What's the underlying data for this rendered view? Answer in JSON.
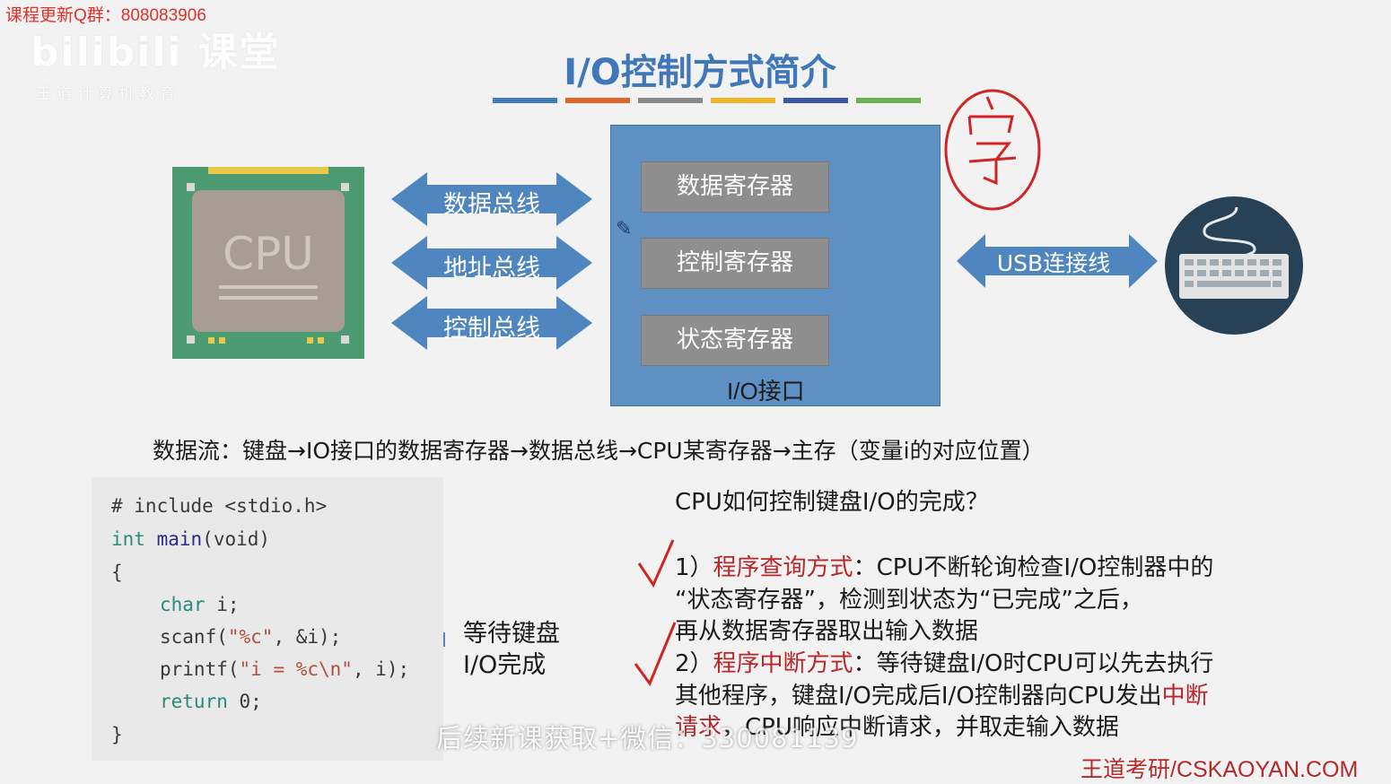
{
  "overlay": {
    "qq_group": "课程更新Q群：808083906",
    "logo": "bilibili 课堂",
    "logo_sub": "王道计算机教育",
    "wechat_watermark": "后续新课获取+微信：330081139",
    "site": "王道考研/CSKAOYAN.COM"
  },
  "slide": {
    "title": "I/O控制方式简介",
    "stripe_colors": [
      "#3f7cc4",
      "#e0672a",
      "#8a8a8a",
      "#f0b52a",
      "#3d57a8",
      "#6ab04c"
    ],
    "cpu_label": "CPU",
    "buses": [
      "数据总线",
      "地址总线",
      "控制总线"
    ],
    "registers": [
      "数据寄存器",
      "控制寄存器",
      "状态寄存器"
    ],
    "io_interface_label": "I/O接口",
    "usb_label": "USB连接线",
    "keyboard_icon": "keyboard-icon",
    "dataflow": "数据流：键盘→IO接口的数据寄存器→数据总线→CPU某寄存器→主存（变量i的对应位置）",
    "code": {
      "line1": "# include <stdio.h>",
      "line2_kw": "int",
      "line2_fn": "main",
      "line2_rest": "(void)",
      "line3": "{",
      "line4_kw": "char",
      "line4_rest": " i;",
      "line5_a": "scanf(",
      "line5_str": "\"%c\"",
      "line5_b": ", &i);",
      "line6_a": "printf(",
      "line6_str": "\"i = %c\\n\"",
      "line6_b": ", i);",
      "line7_kw": "return",
      "line7_rest": " 0;",
      "line8": "}"
    },
    "wait_line1": "等待键盘",
    "wait_line2": "I/O完成",
    "question": "CPU如何控制键盘I/O的完成？",
    "answer1": {
      "num": "1）",
      "title": "程序查询方式",
      "line1_rest": "：CPU不断轮询检查I/O控制器中的",
      "line2": "“状态寄存器”，检测到状态为“已完成”之后，",
      "line3": "再从数据寄存器取出输入数据"
    },
    "answer2": {
      "num": "2）",
      "title": "程序中断方式",
      "line1_rest": "：等待键盘I/O时CPU可以先去执行",
      "line2_a": "其他程序，键盘I/O完成后I/O控制器向CPU发出",
      "line2_red": "中断",
      "line3_red": "请求",
      "line3_rest": "，CPU响应中断请求，并取走输入数据"
    },
    "handwritten_char": "字"
  }
}
